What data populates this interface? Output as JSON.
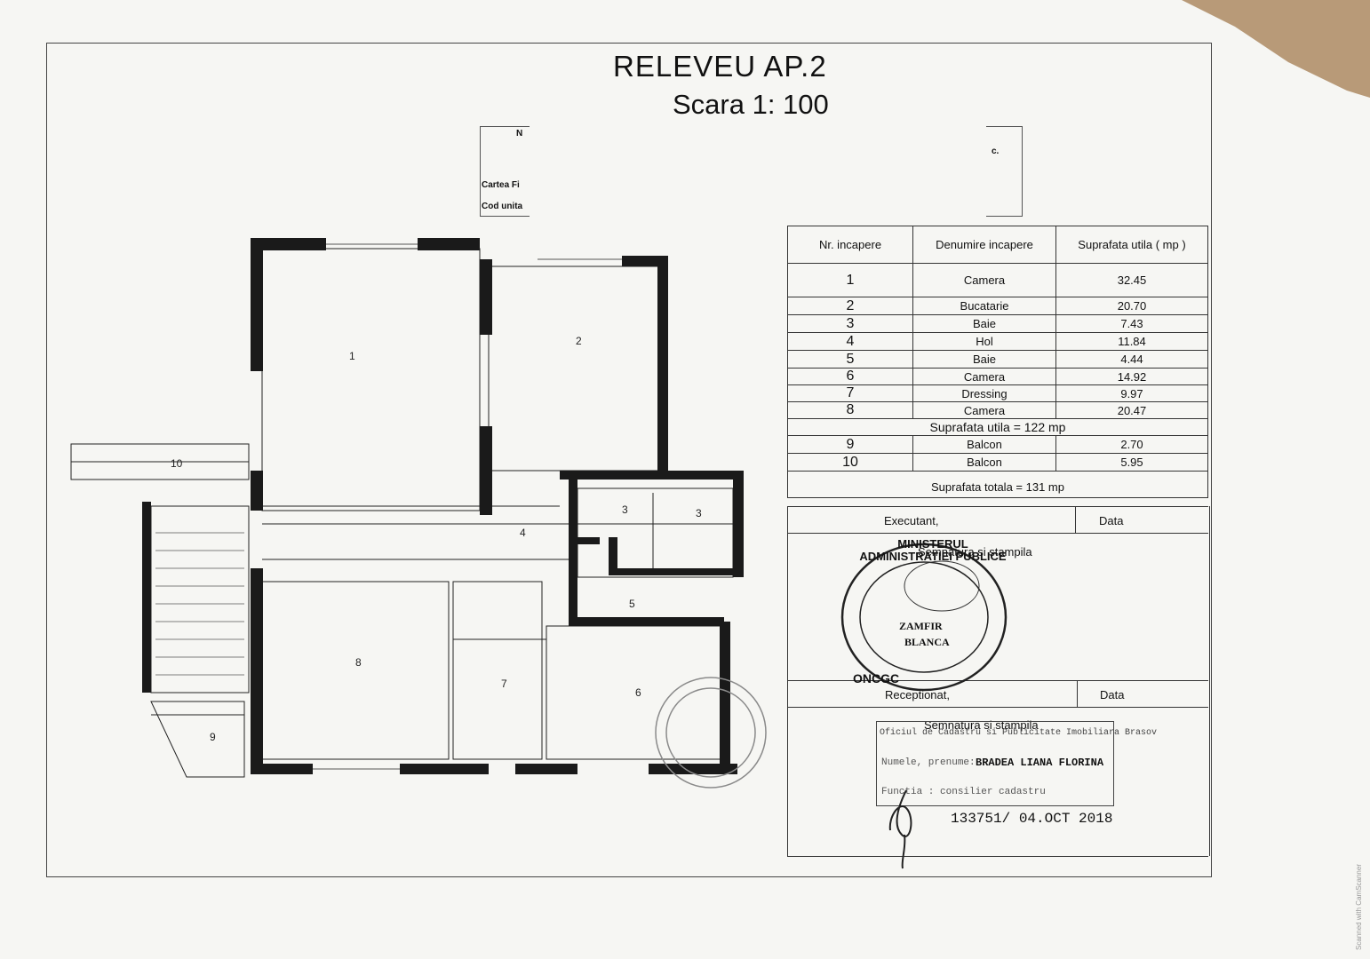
{
  "header": {
    "title": "RELEVEU AP.2",
    "scale": "Scara 1: 100"
  },
  "form_fragments": {
    "n_label": "N",
    "c_label": "c.",
    "cartea": "Cartea Fi",
    "cod": "Cod unita"
  },
  "table": {
    "headers": [
      "Nr. incapere",
      "Denumire incapere",
      "Suprafata utila  ( mp )"
    ],
    "rows": [
      {
        "nr": "1",
        "name": "Camera",
        "area": "32.45"
      },
      {
        "nr": "2",
        "name": "Bucatarie",
        "area": "20.70"
      },
      {
        "nr": "3",
        "name": "Baie",
        "area": "7.43"
      },
      {
        "nr": "4",
        "name": "Hol",
        "area": "11.84"
      },
      {
        "nr": "5",
        "name": "Baie",
        "area": "4.44"
      },
      {
        "nr": "6",
        "name": "Camera",
        "area": "14.92"
      },
      {
        "nr": "7",
        "name": "Dressing",
        "area": "9.97"
      },
      {
        "nr": "8",
        "name": "Camera",
        "area": "20.47"
      }
    ],
    "subtotal": "Suprafata utila = 122 mp",
    "balconies": [
      {
        "nr": "9",
        "name": "Balcon",
        "area": "2.70"
      },
      {
        "nr": "10",
        "name": "Balcon",
        "area": "5.95"
      }
    ],
    "total": "Suprafata totala = 131 mp"
  },
  "executant": {
    "label": "Executant,",
    "date_label": "Data",
    "sign_label": "Semnatura si stampila"
  },
  "receptionat": {
    "label": "Receptionat,",
    "date_label": "Data",
    "sign_label": "Semnatura si stampila"
  },
  "stamp_ministry": {
    "outer": "MINISTERUL ADMINISTRATIEI PUBLICE",
    "bottom": "ONCGC",
    "name1": "ZAMFIR",
    "name2": "BLANCA"
  },
  "stamp_ocpi": {
    "line1": "Oficiul de Cadastru si Publicitate Imobiliara Brasov",
    "line2_label": "Numele, prenume:",
    "line2_value": "BRADEA LIANA FLORINA",
    "line3": "Functia : consilier cadastru",
    "registration": "133751/ 04.OCT 2018"
  },
  "plan_labels": [
    "1",
    "2",
    "3",
    "3",
    "4",
    "5",
    "6",
    "7",
    "8",
    "9",
    "10"
  ],
  "colors": {
    "paper": "#f6f6f3",
    "ink": "#111111",
    "wall": "#1a1a1a",
    "wood": "#b89a78"
  }
}
